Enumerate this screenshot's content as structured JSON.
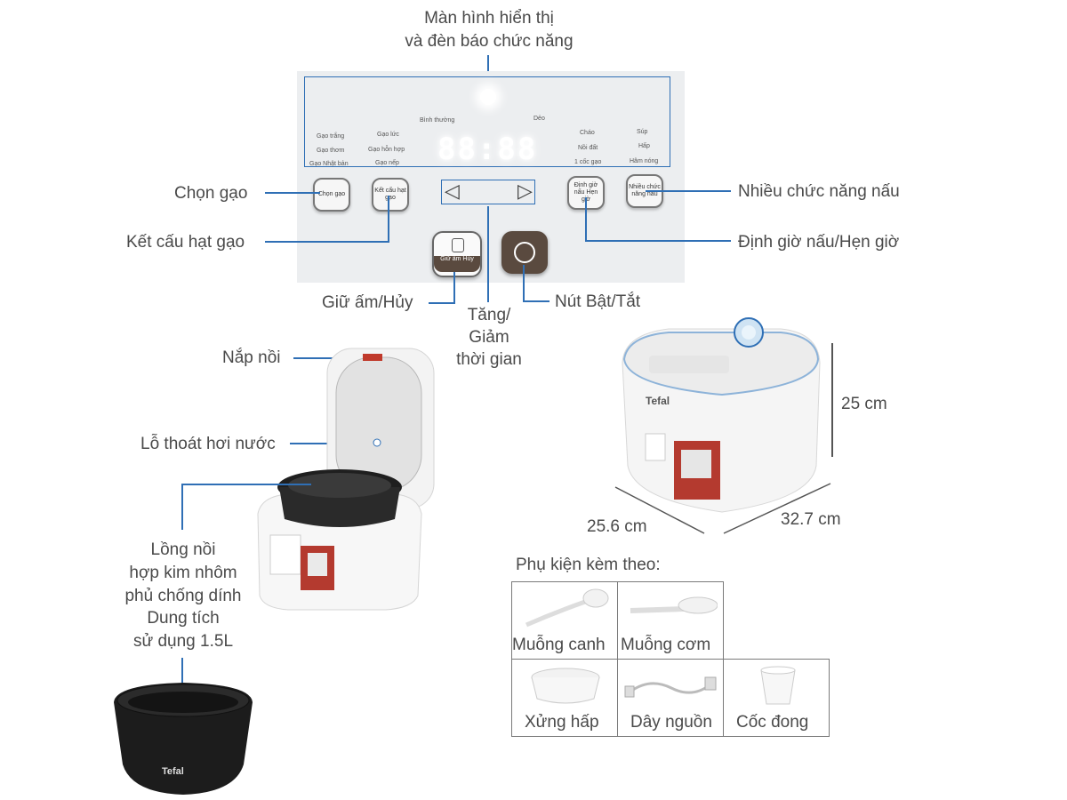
{
  "panel_labels": {
    "display": [
      "Màn hình hiển thị",
      "và đèn báo chức năng"
    ],
    "choose_rice": "Chọn gạo",
    "rice_texture": "Kết cấu hạt gạo",
    "keep_warm": "Giữ ấm/Hủy",
    "up_down": [
      "Tăng/",
      "Giảm",
      "thời gian"
    ],
    "power": "Nút Bật/Tắt",
    "multi_function": "Nhiều chức năng nấu",
    "timer": "Định giờ nấu/Hẹn giờ"
  },
  "panel": {
    "display_digits": "88:88",
    "top_labels": {
      "normal": "Bình thường",
      "soft": "Dẻo"
    },
    "left_menu": [
      {
        "a": "Gạo trắng",
        "b": "Gạo lức"
      },
      {
        "a": "Gạo thơm",
        "b": "Gạo hỗn hợp"
      },
      {
        "a": "Gạo Nhật bản",
        "b": "Gạo nếp"
      }
    ],
    "right_menu": [
      {
        "a": "Cháo",
        "b": "Súp"
      },
      {
        "a": "Nồi đất",
        "b": "Hấp"
      },
      {
        "a": "1 cốc gạo",
        "b": "Hâm nóng"
      }
    ],
    "buttons": {
      "choose": "Chọn gạo",
      "texture": "Kết cấu hạt gạo",
      "timer": "Định giờ nấu Hẹn giờ",
      "multi": "Nhiều chức năng nấu",
      "keep_warm": "Giữ ấm Hủy",
      "left_arrow": "◁",
      "right_arrow": "▷"
    }
  },
  "cooker_labels": {
    "lid": "Nắp nồi",
    "vent": "Lỗ thoát hơi nước",
    "pot": [
      "Lồng nồi",
      "hợp kim nhôm",
      "phủ chống dính",
      "Dung tích",
      "sử dụng 1.5L"
    ]
  },
  "brand": "Tefal",
  "dimensions": {
    "height": "25 cm",
    "depth": "25.6 cm",
    "width": "32.7 cm"
  },
  "accessories": {
    "title": "Phụ kiện kèm theo:",
    "items": [
      "Muỗng canh",
      "Muỗng cơm",
      "Xửng hấp",
      "Dây nguồn",
      "Cốc đong"
    ]
  },
  "colors": {
    "callout_line": "#2f6fb5",
    "panel_bg": "#eceef0",
    "dark_button": "#5a4a3f",
    "pot": "#1c1c1c"
  }
}
